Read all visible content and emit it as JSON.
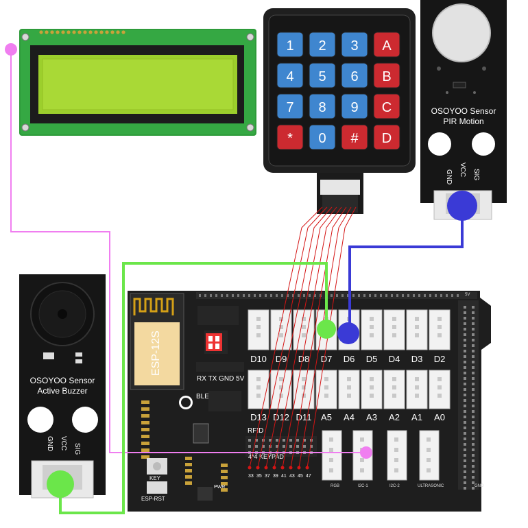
{
  "keypad": {
    "rows": [
      [
        {
          "label": "1",
          "kind": "digit"
        },
        {
          "label": "2",
          "kind": "digit"
        },
        {
          "label": "3",
          "kind": "digit"
        },
        {
          "label": "A",
          "kind": "letter"
        }
      ],
      [
        {
          "label": "4",
          "kind": "digit"
        },
        {
          "label": "5",
          "kind": "digit"
        },
        {
          "label": "6",
          "kind": "digit"
        },
        {
          "label": "B",
          "kind": "letter"
        }
      ],
      [
        {
          "label": "7",
          "kind": "digit"
        },
        {
          "label": "8",
          "kind": "digit"
        },
        {
          "label": "9",
          "kind": "digit"
        },
        {
          "label": "C",
          "kind": "letter"
        }
      ],
      [
        {
          "label": "*",
          "kind": "letter"
        },
        {
          "label": "0",
          "kind": "digit"
        },
        {
          "label": "#",
          "kind": "letter"
        },
        {
          "label": "D",
          "kind": "letter"
        }
      ]
    ]
  },
  "pir": {
    "title_line1": "OSOYOO Sensor",
    "title_line2": "PIR Motion",
    "pins": [
      "GND",
      "VCC",
      "SIG"
    ]
  },
  "buzzer": {
    "title_line1": "OSOYOO Sensor",
    "title_line2": "Active Buzzer",
    "pins": [
      "GND",
      "VCC",
      "SIG"
    ]
  },
  "board": {
    "module_label": "ESP-12S",
    "digital_ports": [
      "D10",
      "D9",
      "D8",
      "D7",
      "D6",
      "D5",
      "D4",
      "D3",
      "D2"
    ],
    "lower_ports": [
      "D13",
      "D12",
      "D11",
      "A5",
      "A4",
      "A3",
      "A2",
      "A1",
      "A0"
    ],
    "serial_label": "RX TX GND 5V",
    "ble_label": "BLE",
    "rfid_label": "RFID",
    "keypad_header_label": "4*4 KEYPAD",
    "keypad_pins": [
      "33",
      "35",
      "37",
      "39",
      "41",
      "43",
      "45",
      "47"
    ],
    "key_button_label": "KEY",
    "reset_button_label": "ESP-RST",
    "pwr_label": "PWR",
    "rgb_label": "RGB",
    "i2c1_label": "I2C-1",
    "i2c2_label": "I2C-2",
    "ultrasonic_label": "ULTRASONIC",
    "top_header_right": "5V",
    "side_gnd": "GND"
  },
  "colors": {
    "pink_wire": "#f07ef0",
    "green_wire": "#6be64a",
    "blue_wire": "#3a3ad6",
    "keypad_wires": "#d41414"
  }
}
